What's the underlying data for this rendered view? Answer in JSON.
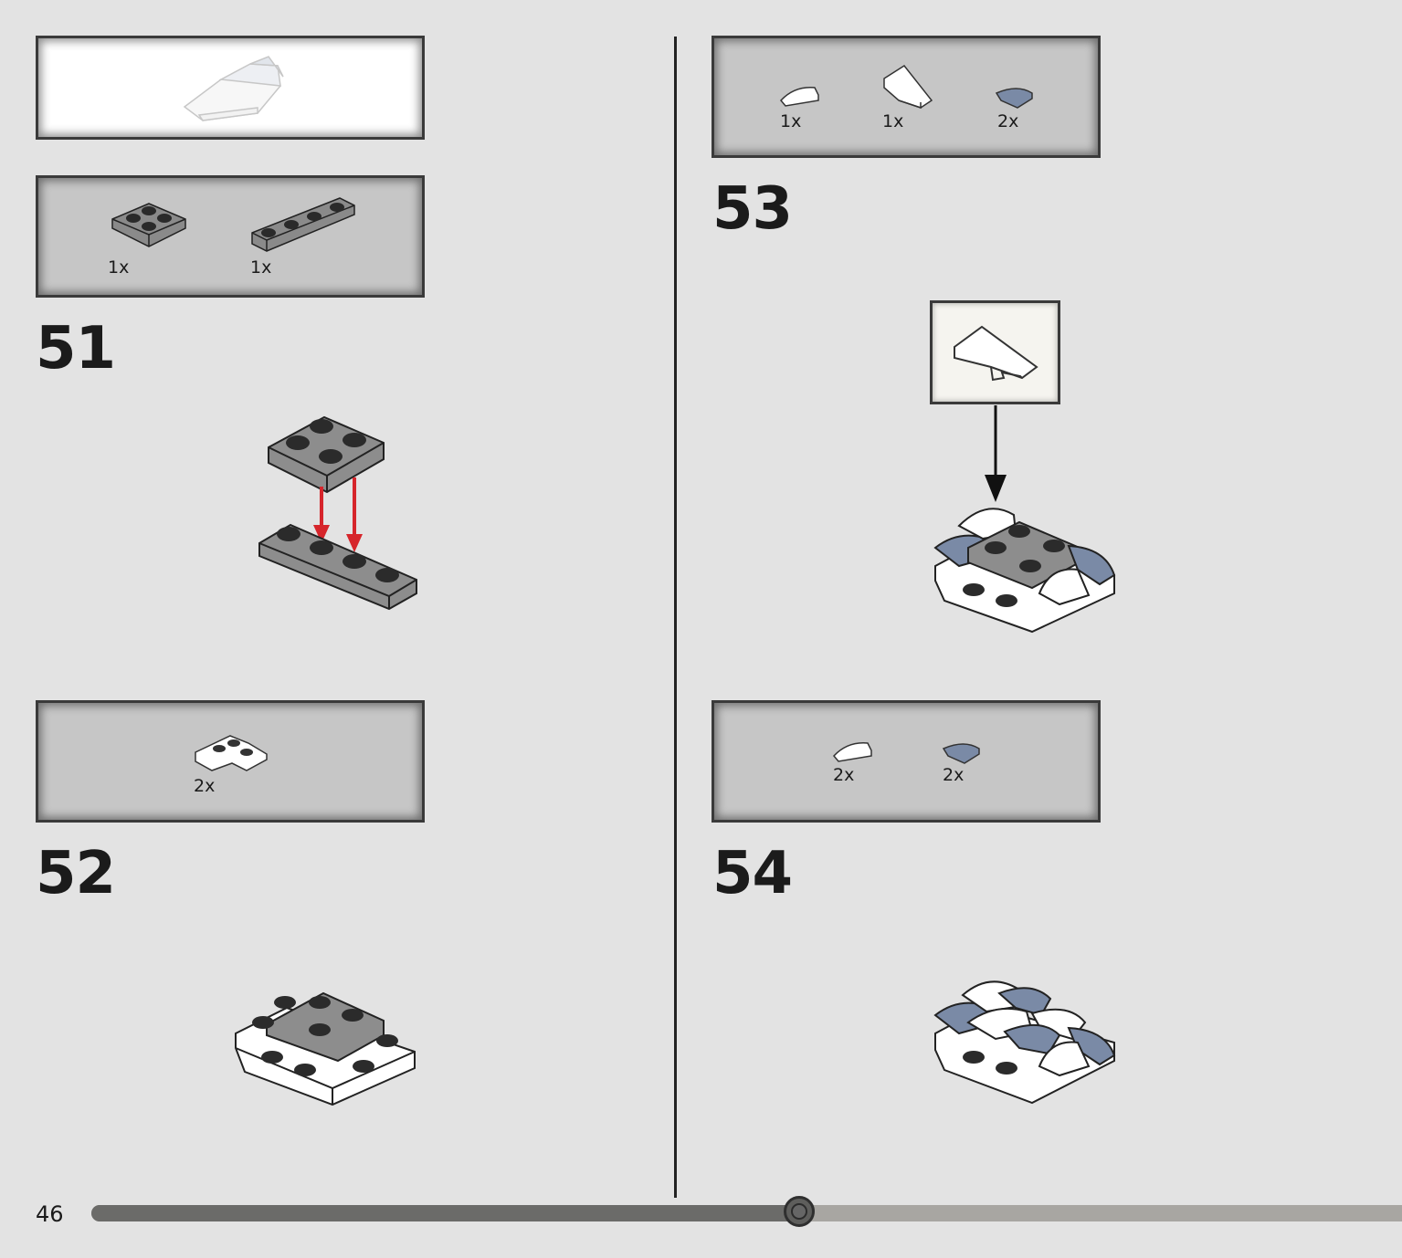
{
  "page": {
    "number": "46",
    "progress_fraction": 0.54
  },
  "steps": [
    {
      "number": "51",
      "parts": [
        {
          "qty": "1x",
          "part": "plate-2x2-dark-gray"
        },
        {
          "qty": "1x",
          "part": "plate-1x4-dark-gray"
        }
      ]
    },
    {
      "number": "52",
      "parts": [
        {
          "qty": "2x",
          "part": "plate-2x2-corner-white"
        }
      ]
    },
    {
      "number": "53",
      "parts": [
        {
          "qty": "1x",
          "part": "tile-quarter-round-white"
        },
        {
          "qty": "1x",
          "part": "wedge-white"
        },
        {
          "qty": "2x",
          "part": "tile-quarter-round-blue"
        }
      ]
    },
    {
      "number": "54",
      "parts": [
        {
          "qty": "2x",
          "part": "tile-quarter-round-white"
        },
        {
          "qty": "2x",
          "part": "tile-quarter-round-blue"
        }
      ]
    }
  ],
  "colors": {
    "dark_gray": "#8a8a8a",
    "white": "#ffffff",
    "sand_blue": "#7a8aa6",
    "arrow_red": "#d6252b",
    "panel": "#c6c6c6",
    "background": "#e3e3e3"
  }
}
